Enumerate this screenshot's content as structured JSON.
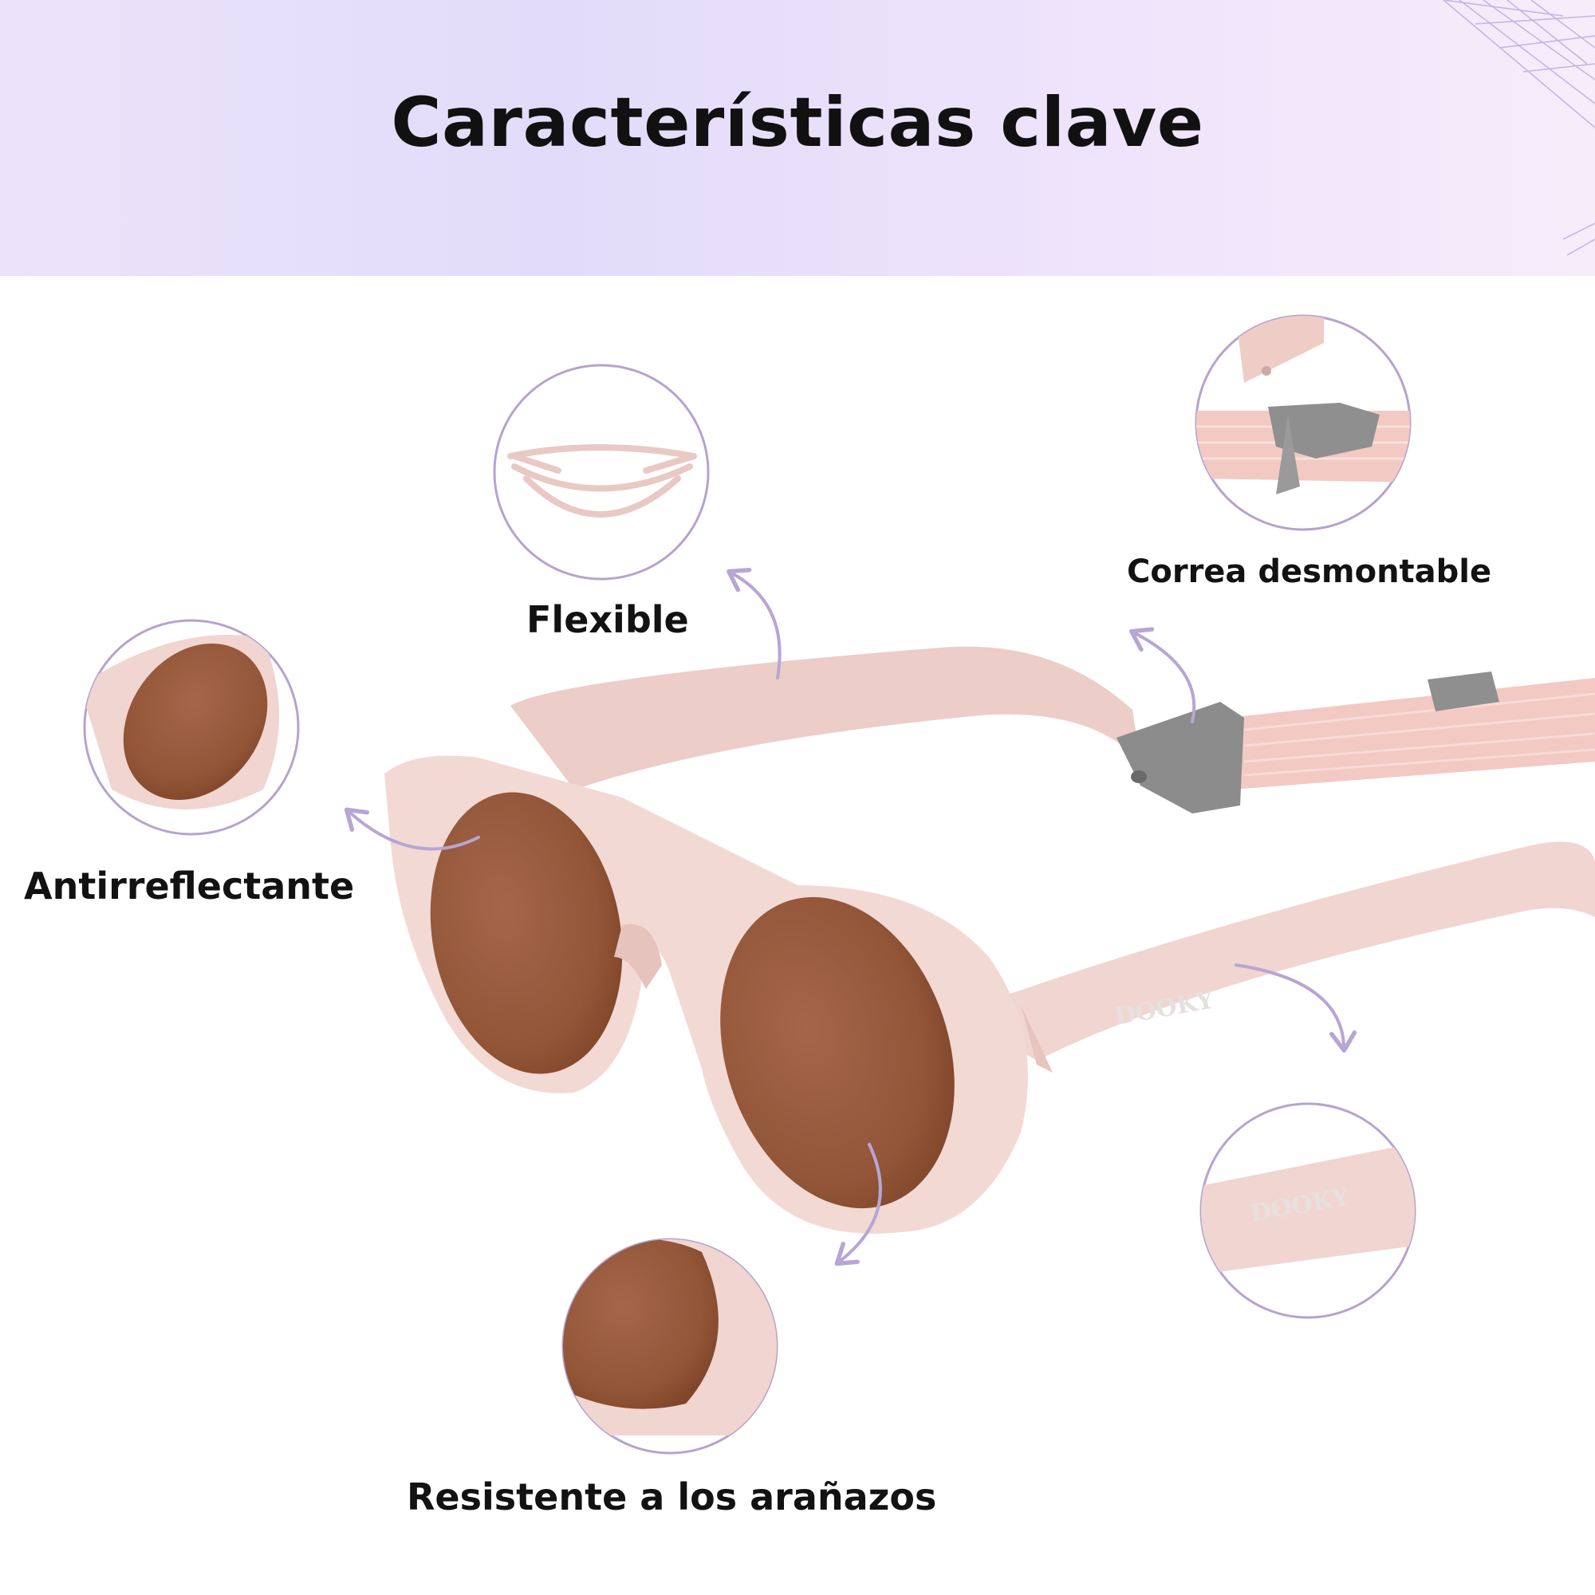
{
  "header": {
    "title": "Características clave"
  },
  "brand": {
    "logo": "DOOKY"
  },
  "colors": {
    "frame_pink": "#f1d7d3",
    "lens_brown": "#985a3c",
    "circle_outline": "#b6a3cf",
    "arrow_purple": "#b7a6d4",
    "strap_pink": "#f3c9c4",
    "clip_gray": "#8f8f8f"
  },
  "features": [
    {
      "label": "Flexible",
      "icon": "flexible-frame-icon"
    },
    {
      "label": "Correa desmontable",
      "icon": "strap-clip-icon"
    },
    {
      "label": "Antirreflectante",
      "icon": "lens-closeup-icon"
    },
    {
      "label": "Resistente a los arañazos",
      "icon": "scratch-resistant-lens-icon"
    },
    {
      "label": "",
      "icon": "temple-logo-closeup-icon"
    }
  ]
}
